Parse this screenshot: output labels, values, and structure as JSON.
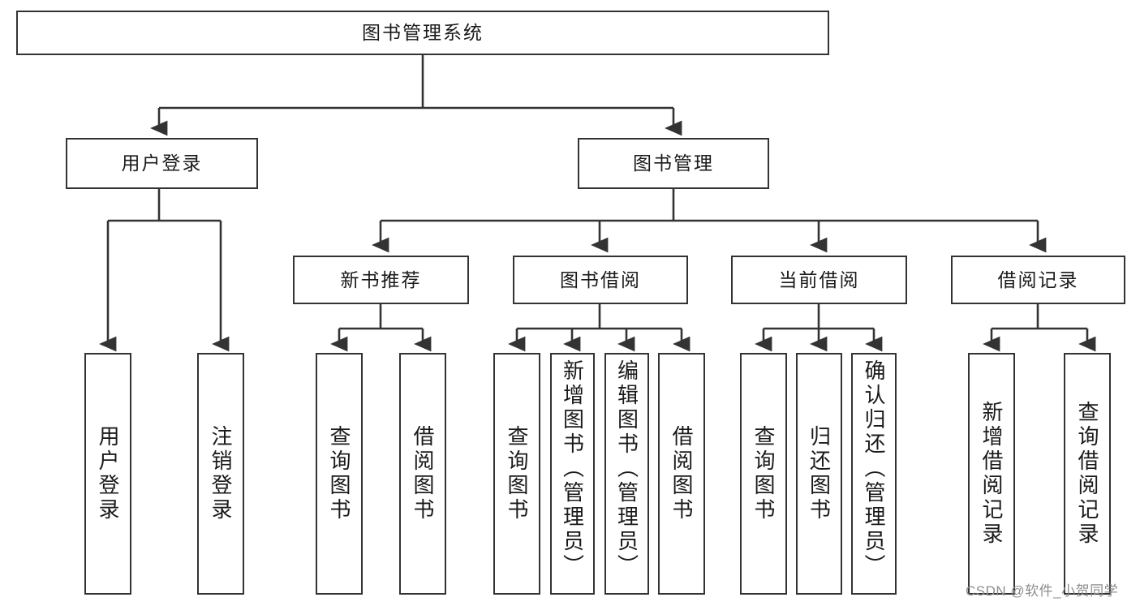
{
  "diagram": {
    "title": "图书管理系统",
    "type": "tree",
    "colors": {
      "background": "#ffffff",
      "node_border": "#333333",
      "node_fill": "#ffffff",
      "edge": "#333333",
      "text": "#1a1a1a",
      "watermark": "#8d8d8d"
    },
    "watermark": "CSDN @软件_小贺同学",
    "nodes": {
      "root": {
        "label": "图书管理系统"
      },
      "level2": [
        {
          "id": "user-login",
          "label": "用户登录"
        },
        {
          "id": "book-manage",
          "label": "图书管理"
        }
      ],
      "level3": [
        {
          "id": "new-book-recommend",
          "label": "新书推荐"
        },
        {
          "id": "book-borrow",
          "label": "图书借阅"
        },
        {
          "id": "current-borrow",
          "label": "当前借阅"
        },
        {
          "id": "borrow-record",
          "label": "借阅记录"
        }
      ],
      "leaves": {
        "user_login": [
          {
            "id": "leaf-user-login",
            "label": "用户登录"
          },
          {
            "id": "leaf-logout-login",
            "label": "注销登录"
          }
        ],
        "new_book_recommend": [
          {
            "id": "leaf-query-book-1",
            "label": "查询图书"
          },
          {
            "id": "leaf-borrow-book-1",
            "label": "借阅图书"
          }
        ],
        "book_borrow": [
          {
            "id": "leaf-query-book-2",
            "label": "查询图书"
          },
          {
            "id": "leaf-add-book-admin",
            "label": "新增图书（管理员）"
          },
          {
            "id": "leaf-edit-book-admin",
            "label": "编辑图书（管理员）"
          },
          {
            "id": "leaf-borrow-book-2",
            "label": "借阅图书"
          }
        ],
        "current_borrow": [
          {
            "id": "leaf-query-book-3",
            "label": "查询图书"
          },
          {
            "id": "leaf-return-book",
            "label": "归还图书"
          },
          {
            "id": "leaf-confirm-return-admin",
            "label": "确认归还（管理员）"
          }
        ],
        "borrow_record": [
          {
            "id": "leaf-add-borrow-record",
            "label": "新增借阅记录"
          },
          {
            "id": "leaf-query-borrow-record",
            "label": "查询借阅记录"
          }
        ]
      }
    }
  }
}
